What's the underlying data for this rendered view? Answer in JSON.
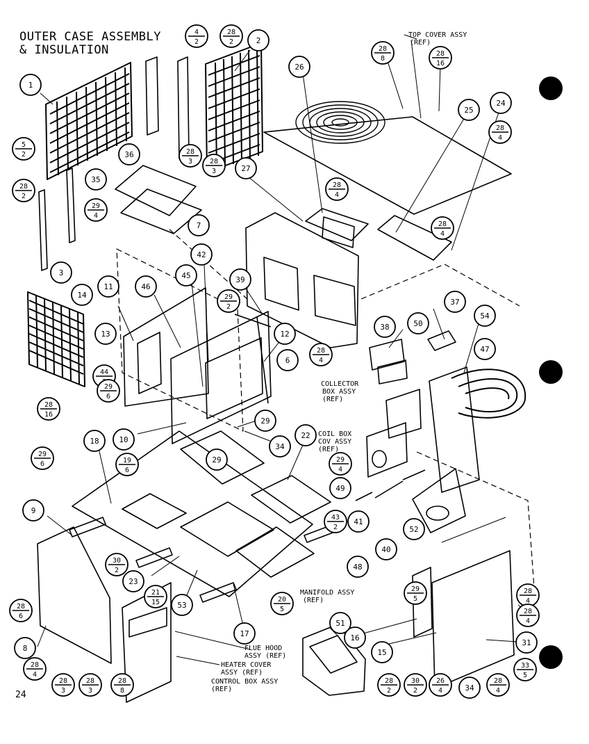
{
  "title_line1": "OUTER CASE ASSEMBLY",
  "title_line2": "& INSULATION",
  "page_number": "24",
  "labels": {
    "top_cover": "TOP COVER ASSY",
    "top_cover_ref": "(REF)",
    "collector_1": "COLLECTOR",
    "collector_2": "BOX ASSY",
    "collector_3": "(REF)",
    "coil_1": "COIL BOX",
    "coil_2": "COV ASSY",
    "coil_3": "(REF)",
    "manifold_1": "MANIFOLD ASSY",
    "manifold_2": "(REF)",
    "flue_1": "FLUE HOOD",
    "flue_2": "ASSY (REF)",
    "heater_1": "HEATER COVER",
    "heater_2": "ASSY (REF)",
    "control_1": "CONTROL BOX ASSY",
    "control_2": "(REF)"
  },
  "callouts": [
    {
      "t": "1"
    },
    {
      "t": "2"
    },
    {
      "t": "3"
    },
    {
      "t": "6"
    },
    {
      "t": "7"
    },
    {
      "t": "8"
    },
    {
      "t": "9"
    },
    {
      "t": "10"
    },
    {
      "t": "11"
    },
    {
      "t": "12"
    },
    {
      "t": "13"
    },
    {
      "t": "14"
    },
    {
      "t": "15"
    },
    {
      "t": "16"
    },
    {
      "t": "17"
    },
    {
      "t": "18"
    },
    {
      "t": "22"
    },
    {
      "t": "23"
    },
    {
      "t": "24"
    },
    {
      "t": "25"
    },
    {
      "t": "26"
    },
    {
      "t": "27"
    },
    {
      "t": "29"
    },
    {
      "t": "29"
    },
    {
      "t": "31"
    },
    {
      "t": "34"
    },
    {
      "t": "34"
    },
    {
      "t": "35"
    },
    {
      "t": "36"
    },
    {
      "t": "37"
    },
    {
      "t": "38"
    },
    {
      "t": "39"
    },
    {
      "t": "40"
    },
    {
      "t": "41"
    },
    {
      "t": "42"
    },
    {
      "t": "45"
    },
    {
      "t": "46"
    },
    {
      "t": "47"
    },
    {
      "t": "48"
    },
    {
      "t": "49"
    },
    {
      "t": "50"
    },
    {
      "t": "51"
    },
    {
      "t": "52"
    },
    {
      "t": "53"
    },
    {
      "t": "54"
    }
  ],
  "fractions": [
    {
      "n": "4",
      "d": "2"
    },
    {
      "n": "28",
      "d": "2"
    },
    {
      "n": "28",
      "d": "8"
    },
    {
      "n": "28",
      "d": "16"
    },
    {
      "n": "5",
      "d": "2"
    },
    {
      "n": "28",
      "d": "2"
    },
    {
      "n": "28",
      "d": "3"
    },
    {
      "n": "28",
      "d": "3"
    },
    {
      "n": "29",
      "d": "4"
    },
    {
      "n": "28",
      "d": "4"
    },
    {
      "n": "28",
      "d": "4"
    },
    {
      "n": "28",
      "d": "4"
    },
    {
      "n": "29",
      "d": "2"
    },
    {
      "n": "44",
      "d": "2"
    },
    {
      "n": "28",
      "d": "4"
    },
    {
      "n": "28",
      "d": "16"
    },
    {
      "n": "29",
      "d": "6"
    },
    {
      "n": "19",
      "d": "6"
    },
    {
      "n": "29",
      "d": "6"
    },
    {
      "n": "29",
      "d": "4"
    },
    {
      "n": "43",
      "d": "2"
    },
    {
      "n": "30",
      "d": "2"
    },
    {
      "n": "21",
      "d": "15"
    },
    {
      "n": "20",
      "d": "5"
    },
    {
      "n": "28",
      "d": "6"
    },
    {
      "n": "29",
      "d": "5"
    },
    {
      "n": "28",
      "d": "4"
    },
    {
      "n": "28",
      "d": "4"
    },
    {
      "n": "28",
      "d": "4"
    },
    {
      "n": "28",
      "d": "3"
    },
    {
      "n": "28",
      "d": "3"
    },
    {
      "n": "28",
      "d": "8"
    },
    {
      "n": "28",
      "d": "2"
    },
    {
      "n": "30",
      "d": "2"
    },
    {
      "n": "26",
      "d": "4"
    },
    {
      "n": "28",
      "d": "4"
    },
    {
      "n": "33",
      "d": "5"
    }
  ]
}
